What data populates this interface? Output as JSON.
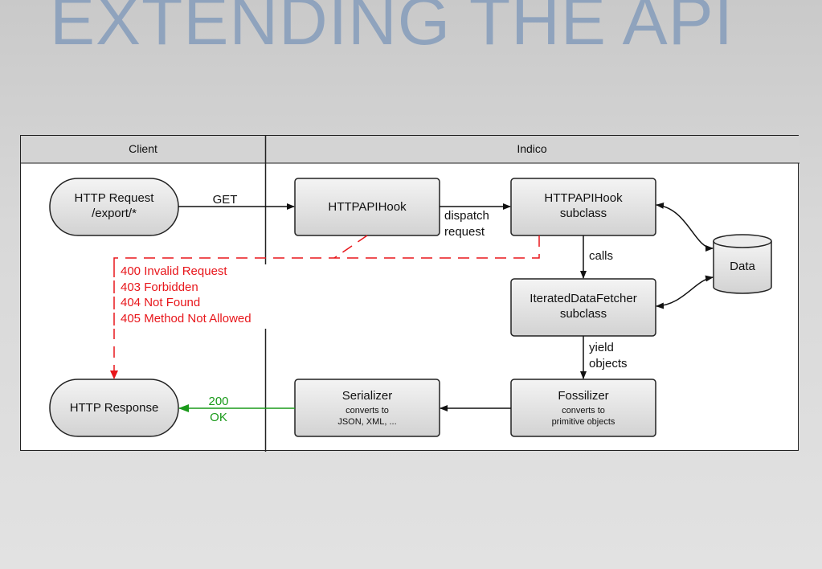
{
  "title": "EXTENDING THE API",
  "lanes": {
    "client": "Client",
    "indico": "Indico"
  },
  "nodes": {
    "http_request": [
      "HTTP Request",
      "/export/*"
    ],
    "http_response": "HTTP Response",
    "httpapihook": "HTTPAPIHook",
    "httpapihook_subclass": [
      "HTTPAPIHook",
      "subclass"
    ],
    "data": "Data",
    "fetcher": [
      "IteratedDataFetcher",
      "subclass"
    ],
    "serializer": {
      "name": "Serializer",
      "desc": [
        "converts to",
        "JSON, XML, ..."
      ]
    },
    "fossilizer": {
      "name": "Fossilizer",
      "desc": [
        "converts to",
        "primitive objects"
      ]
    }
  },
  "edges": {
    "get": "GET",
    "dispatch": [
      "dispatch",
      "request"
    ],
    "calls": "calls",
    "yield": [
      "yield",
      "objects"
    ],
    "ok": [
      "200",
      "OK"
    ]
  },
  "errors": [
    "400 Invalid Request",
    "403 Forbidden",
    "404 Not Found",
    "405 Method Not Allowed"
  ],
  "colors": {
    "title": "#8fa3bd",
    "error": "#e8161b",
    "ok": "#1a9a1a",
    "box": "#e2e2e2",
    "header": "#d4d4d4"
  }
}
